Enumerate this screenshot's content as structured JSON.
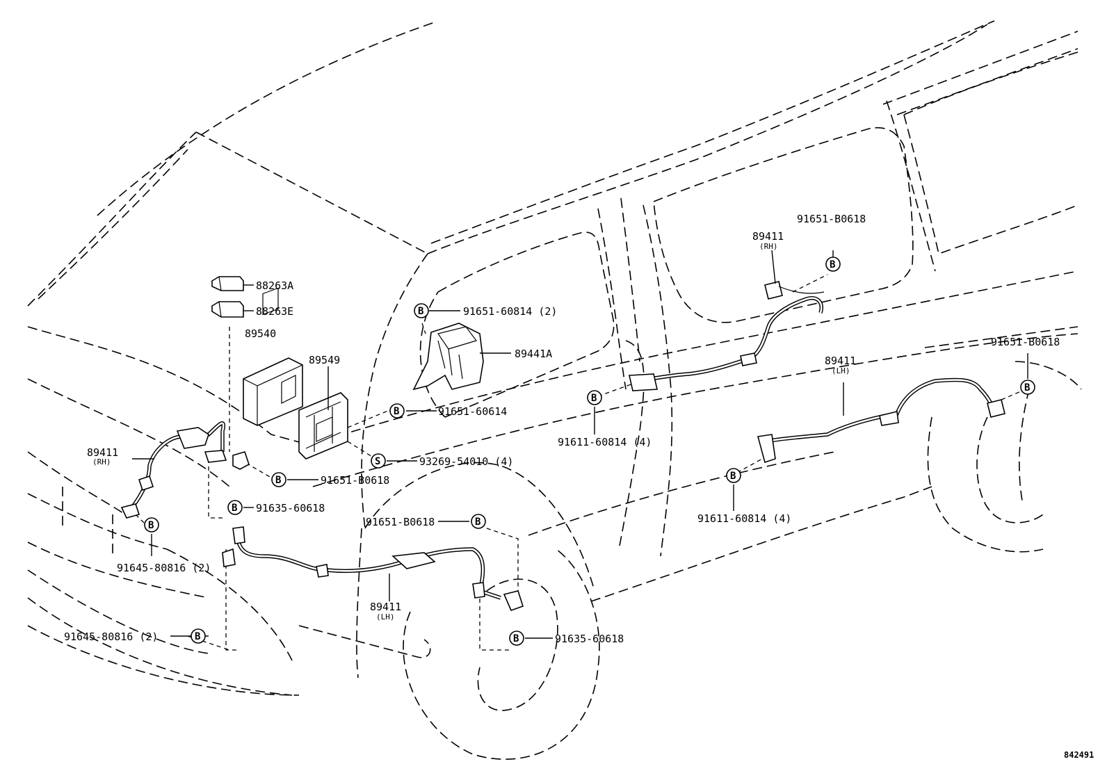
{
  "diagram": {
    "corner_code": "842491",
    "parts": {
      "relay_a": "88263A",
      "relay_e": "88263E",
      "ecu": "89540",
      "ecu_bracket": "89549",
      "actuator_bracket": "89441A",
      "front_harness_rh": "89411",
      "front_harness_rh_side": "(RH)",
      "front_harness_lh": "89411",
      "front_harness_lh_side": "(LH)",
      "rear_harness_rh": "89411",
      "rear_harness_rh_side": "(RH)",
      "rear_harness_lh": "89411",
      "rear_harness_lh_side": "(LH)"
    },
    "fasteners": {
      "bolt_act": "91651-60814 (2)",
      "bolt_mid": "91651-60614",
      "screw": "93269-54010 (4)",
      "bolt_front_rh": "91651-B0618",
      "bolt_front_lower": "91635-60618",
      "bolt_front_lh_upper": "91651-B0618",
      "bolt_front_lh_lower": "91635-60618",
      "bolt_bumper_rh": "91645-80816 (2)",
      "bolt_bumper_lh": "91645-80816 (2)",
      "bolt_rear_center": "91611-60814 (4)",
      "bolt_rear_lower": "91611-60814 (4)",
      "bolt_rear_rh_top": "91651-B0618",
      "bolt_rear_lh_right": "91651-B0618"
    },
    "marks": {
      "bolt": "B",
      "screw": "S"
    }
  }
}
